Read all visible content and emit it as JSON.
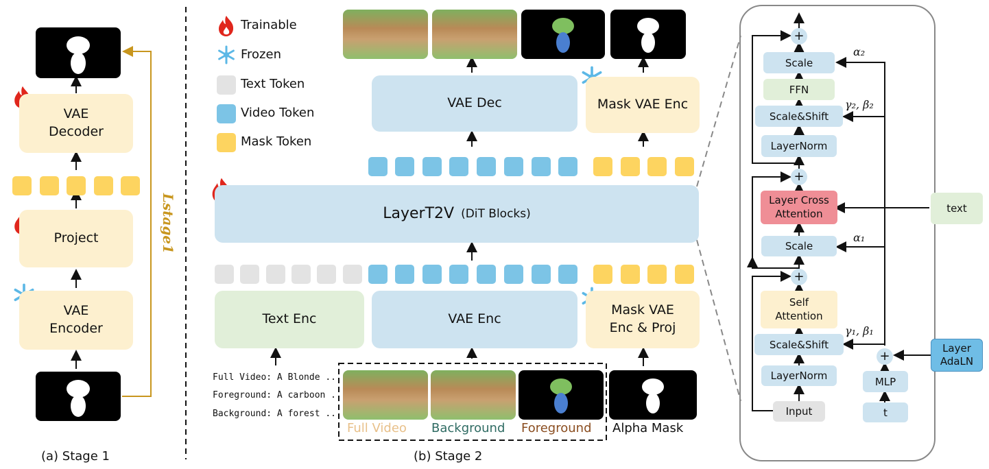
{
  "legend": {
    "trainable": "Trainable",
    "frozen": "Frozen",
    "text_token": "Text Token",
    "video_token": "Video Token",
    "mask_token": "Mask Token"
  },
  "stage1": {
    "vae_decoder": "VAE\nDecoder",
    "project": "Project",
    "vae_encoder": "VAE\nEncoder",
    "loss_label": "Lstage1",
    "caption": "(a) Stage 1"
  },
  "stage2": {
    "vae_dec": "VAE Dec",
    "mask_vae_enc": "Mask VAE Enc",
    "main_block": "LayerT2V",
    "main_block_sub": "(DiT Blocks)",
    "text_enc": "Text Enc",
    "vae_enc": "VAE Enc",
    "mask_vae_enc_proj": "Mask VAE\nEnc & Proj",
    "prompt_full": "Full Video: A Blonde ...",
    "prompt_fg": "Foreground: A carboon ...",
    "prompt_bg": "Background: A forest ...",
    "label_full": "Full Video",
    "label_bg": "Background",
    "label_fg": "Foreground",
    "label_alpha": "Alpha Mask",
    "caption": "(b) Stage 2",
    "colors": {
      "full": "#e8c08a",
      "bg": "#2f6b63",
      "fg": "#8a4d20"
    }
  },
  "block": {
    "plus": "+",
    "scale_top": "Scale",
    "ffn": "FFN",
    "scale_shift_top": "Scale&Shift",
    "layernorm_top": "LayerNorm",
    "cross_attn": "Layer Cross\nAttention",
    "scale_mid": "Scale",
    "self_attn": "Self\nAttention",
    "scale_shift_bot": "Scale&Shift",
    "layernorm_bot": "LayerNorm",
    "input": "Input",
    "mlp": "MLP",
    "t": "t",
    "text": "text",
    "layer_adaln": "Layer\nAdaLN",
    "alpha2": "α₂",
    "gamma2_beta2": "γ₂, β₂",
    "alpha1": "α₁",
    "gamma1_beta1": "γ₁, β₁"
  }
}
